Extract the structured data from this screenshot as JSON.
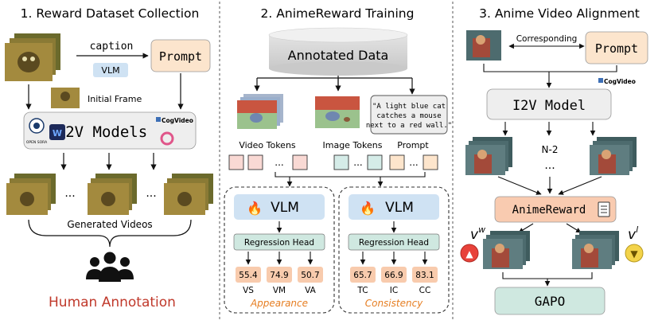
{
  "panel1": {
    "title": "1. Reward Dataset Collection",
    "caption_label": "caption",
    "vlm_label": "VLM",
    "prompt_label": "Prompt",
    "initial_frame_label": "Initial Frame",
    "i2v_label": "I2V Models",
    "cogvideo_logo_text": "CogVideo",
    "opensora_logo_text": "OPEN SORA",
    "ellipsis": "...",
    "generated_label": "Generated Videos",
    "human_annotation_label": "Human Annotation"
  },
  "panel2": {
    "title": "2. AnimeReward Training",
    "annotated_label": "Annotated Data",
    "quote_text": [
      "\"A light blue cat",
      "catches a mouse",
      "next to a red wall.\""
    ],
    "video_tokens_label": "Video Tokens",
    "image_tokens_label": "Image Tokens",
    "prompt_label": "Prompt",
    "ellipsis": "...",
    "left_box": {
      "vlm_label": "VLM",
      "head_label": "Regression Head",
      "scores": [
        "55.4",
        "74.9",
        "50.7"
      ],
      "metrics": [
        "VS",
        "VM",
        "VA"
      ],
      "group_label": "Appearance"
    },
    "right_box": {
      "vlm_label": "VLM",
      "head_label": "Regression Head",
      "scores": [
        "65.7",
        "66.9",
        "83.1"
      ],
      "metrics": [
        "TC",
        "IC",
        "CC"
      ],
      "group_label": "Consistency"
    }
  },
  "panel3": {
    "title": "3. Anime Video Alignment",
    "corresponding_label": "Corresponding",
    "prompt_label": "Prompt",
    "cogvideo_logo_text": "CogVideo",
    "i2v_label": "I2V Model",
    "n_minus_label": "N-2",
    "ellipsis": "...",
    "reward_label": "AnimeReward",
    "vw_label": "v",
    "vw_sup": "w",
    "vl_label": "v",
    "vl_sup": "l",
    "gapo_label": "GAPO"
  },
  "colors": {
    "prompt_fill": "#fce5cd",
    "vlm_fill": "#cfe2f3",
    "gray_fill": "#eeeeee",
    "token_pink": "#f9d9d4",
    "token_teal": "#d5ece8",
    "token_peach": "#fde5cc",
    "score_fill": "#f8cbad",
    "reward_fill": "#f9cbb0",
    "gapo_fill": "#cfe8e0",
    "annotation_red": "#c0392b",
    "group_orange": "#e67e22"
  }
}
